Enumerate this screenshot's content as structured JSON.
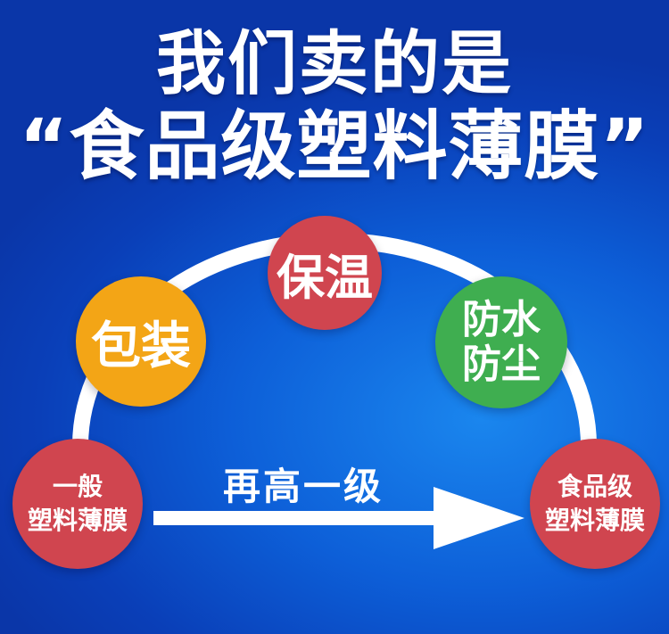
{
  "title": {
    "line1": "我们卖的是",
    "line2": "“食品级塑料薄膜”"
  },
  "bubbles": {
    "baowen": "保温",
    "baozhuang": "包装",
    "fangshui": {
      "line1": "防水",
      "line2": "防尘"
    },
    "general": {
      "line1": "一般",
      "line2": "塑料薄膜"
    },
    "food": {
      "line1": "食品级",
      "line2": "塑料薄膜"
    }
  },
  "arrow_label": "再高一级",
  "colors": {
    "background": "#0d5fd8",
    "red": "#d0454f",
    "orange": "#f3a516",
    "green": "#3fae50",
    "white": "#ffffff"
  }
}
